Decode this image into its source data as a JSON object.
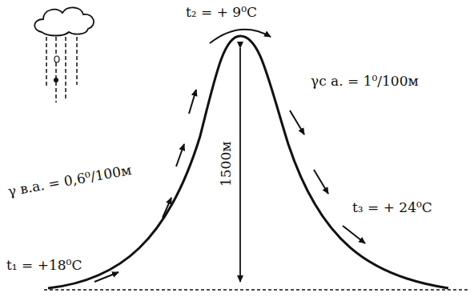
{
  "diagram": {
    "labels": [
      "t₂ = + 9⁰C",
      "γс а. = 1⁰/100м",
      "γ в.а. = 0,6⁰/100м",
      "1500м",
      "t₃ = + 24⁰C",
      "t₁ = +18⁰C"
    ]
  }
}
